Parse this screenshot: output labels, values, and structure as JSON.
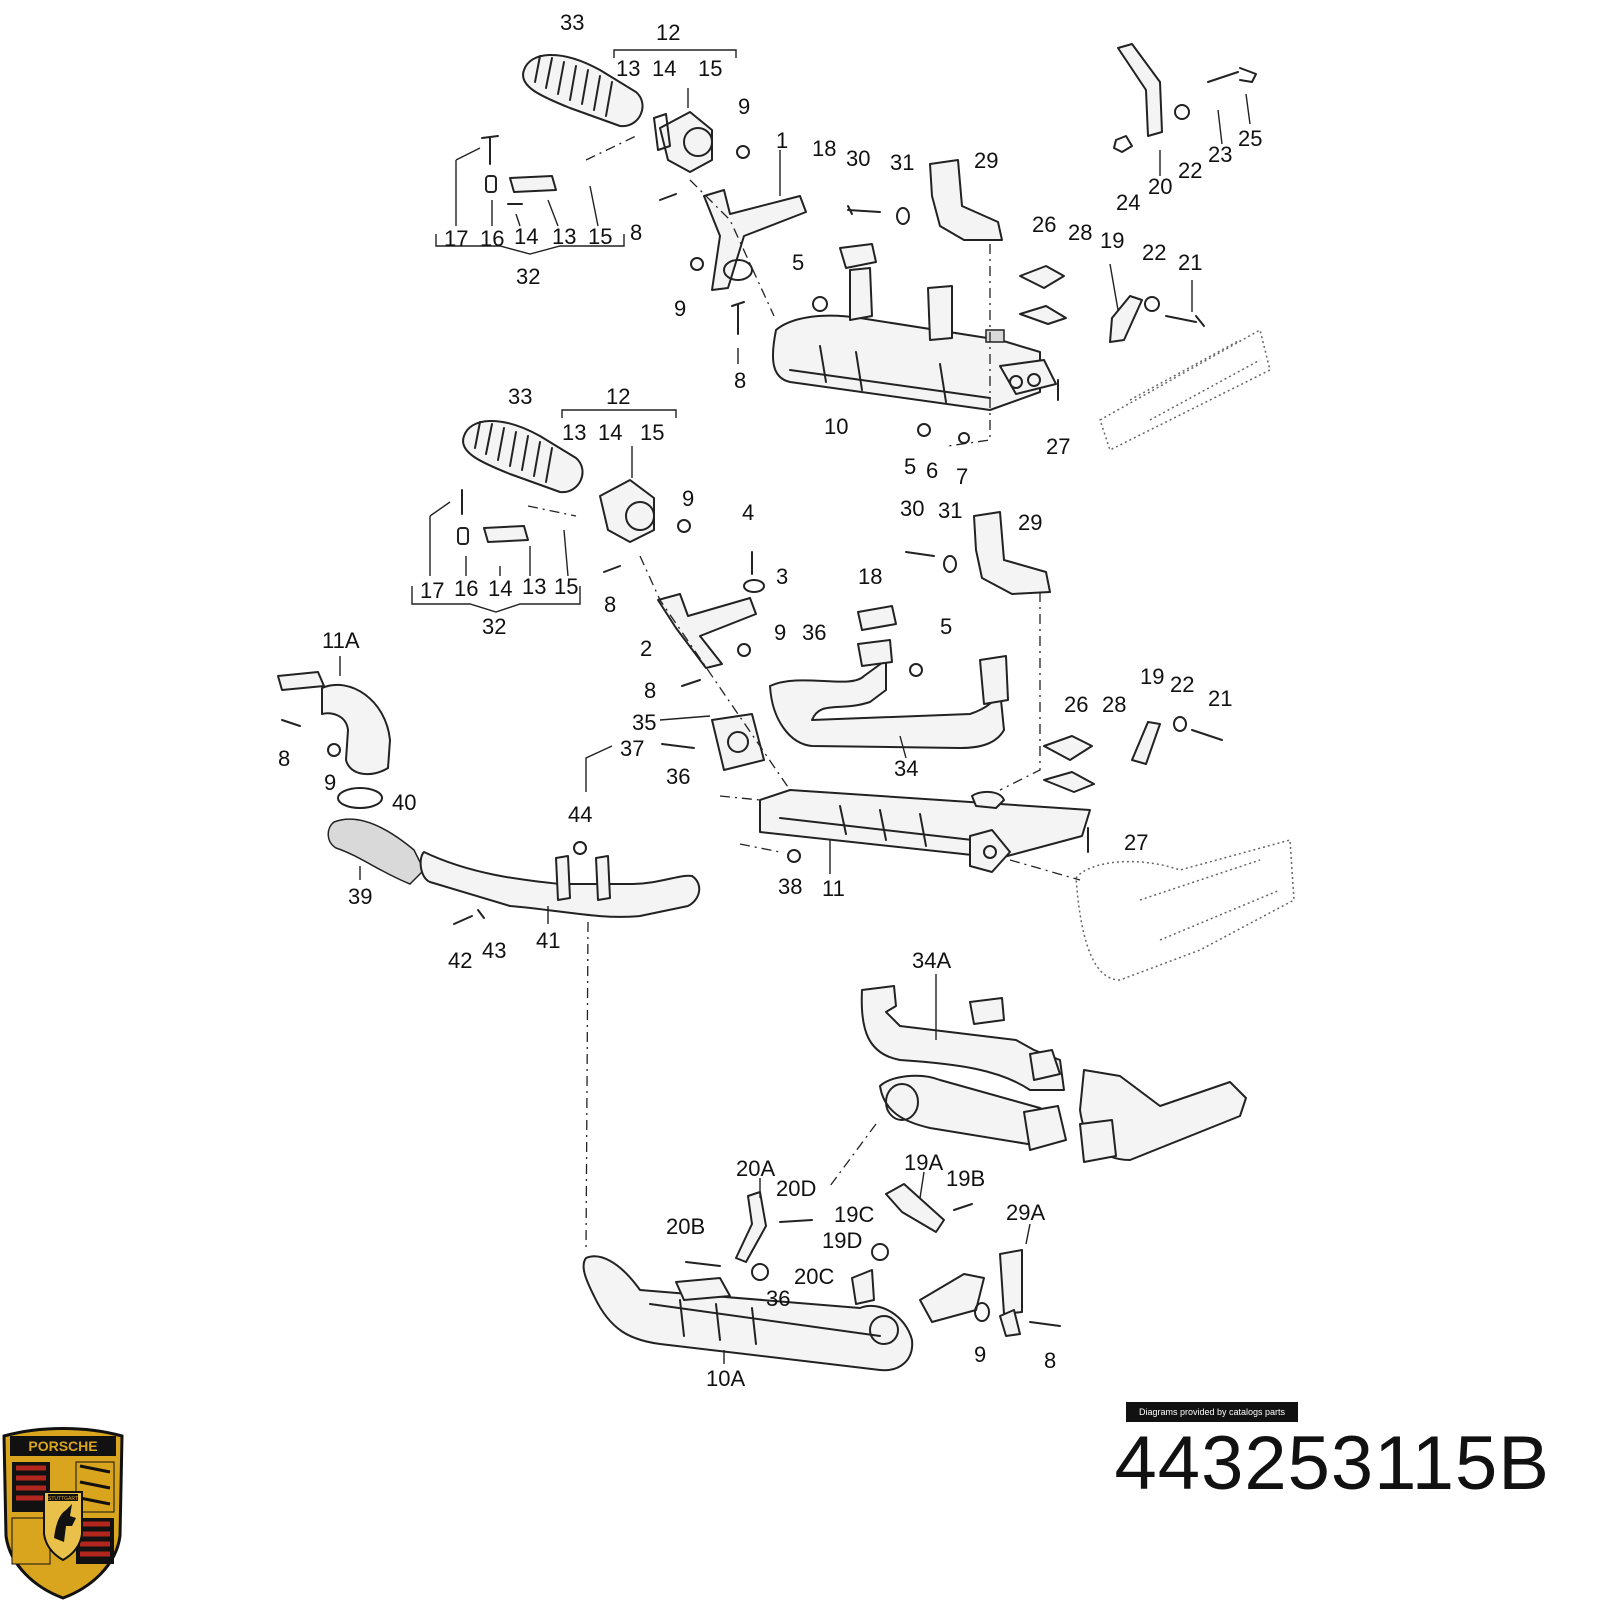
{
  "credit_banner": "Diagrams provided by catalogs parts",
  "part_number": "443253115B",
  "logo": {
    "icon": "porsche-crest-icon",
    "lettering": [
      "PORSCHE",
      "STUTTGART"
    ],
    "colors": {
      "gold": "#d9a51f",
      "red": "#b3261e",
      "black": "#111111"
    }
  },
  "callouts": [
    "33",
    "12",
    "13",
    "14",
    "15",
    "9",
    "1",
    "18",
    "30",
    "31",
    "29",
    "20",
    "22",
    "23",
    "25",
    "24",
    "17",
    "16",
    "14",
    "13",
    "15",
    "8",
    "32",
    "26",
    "28",
    "19",
    "22",
    "21",
    "5",
    "9",
    "8",
    "10",
    "5",
    "6",
    "7",
    "27",
    "33",
    "12",
    "13",
    "14",
    "15",
    "9",
    "4",
    "3",
    "30",
    "31",
    "29",
    "17",
    "16",
    "14",
    "13",
    "15",
    "8",
    "32",
    "18",
    "2",
    "9",
    "36",
    "5",
    "11A",
    "8",
    "35",
    "8",
    "9",
    "37",
    "36",
    "34",
    "19",
    "22",
    "21",
    "26",
    "28",
    "40",
    "44",
    "38",
    "11",
    "27",
    "39",
    "42",
    "43",
    "41",
    "34A",
    "20A",
    "20D",
    "19A",
    "19B",
    "29A",
    "20B",
    "19C",
    "19D",
    "20C",
    "36",
    "9",
    "8",
    "10A"
  ]
}
